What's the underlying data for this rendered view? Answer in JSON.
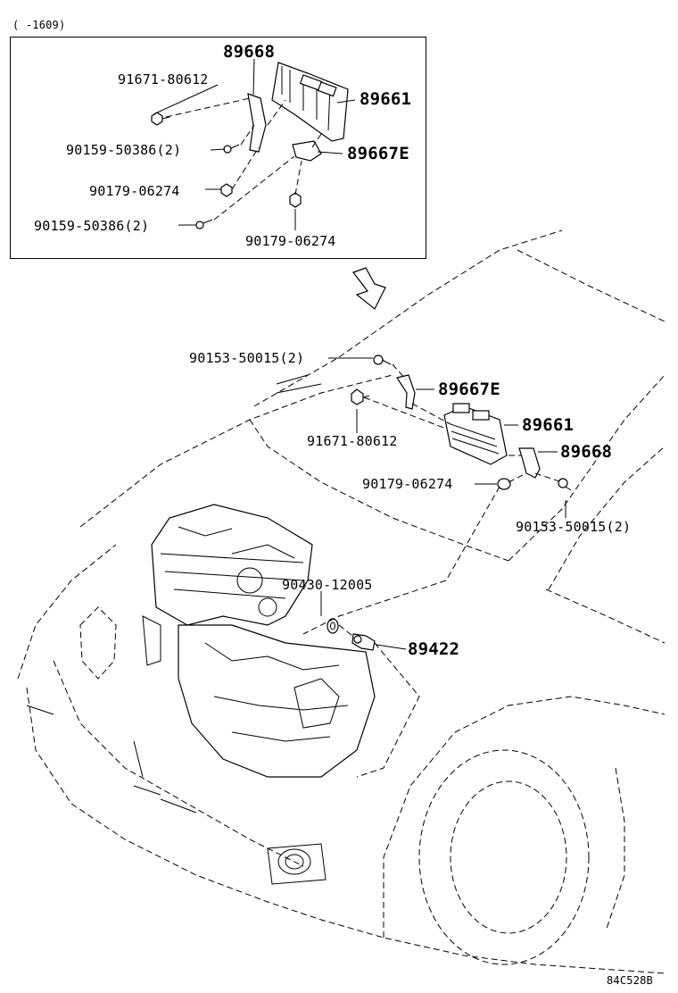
{
  "header_note": "(      -1609)",
  "figure_code": "84C528B",
  "inset_labels": {
    "p89668": "89668",
    "p91671": "91671-80612",
    "p89661": "89661",
    "p90159a": "90159-50386(2)",
    "p89667e": "89667E",
    "p90179a": "90179-06274",
    "p90159b": "90159-50386(2)",
    "p90179b": "90179-06274"
  },
  "main_labels": {
    "p90153a": "90153-50015(2)",
    "p89667e": "89667E",
    "p91671": "91671-80612",
    "p89661": "89661",
    "p89668": "89668",
    "p90179": "90179-06274",
    "p90153b": "90153-50015(2)",
    "p90430": "90430-12005",
    "p89422": "89422"
  }
}
